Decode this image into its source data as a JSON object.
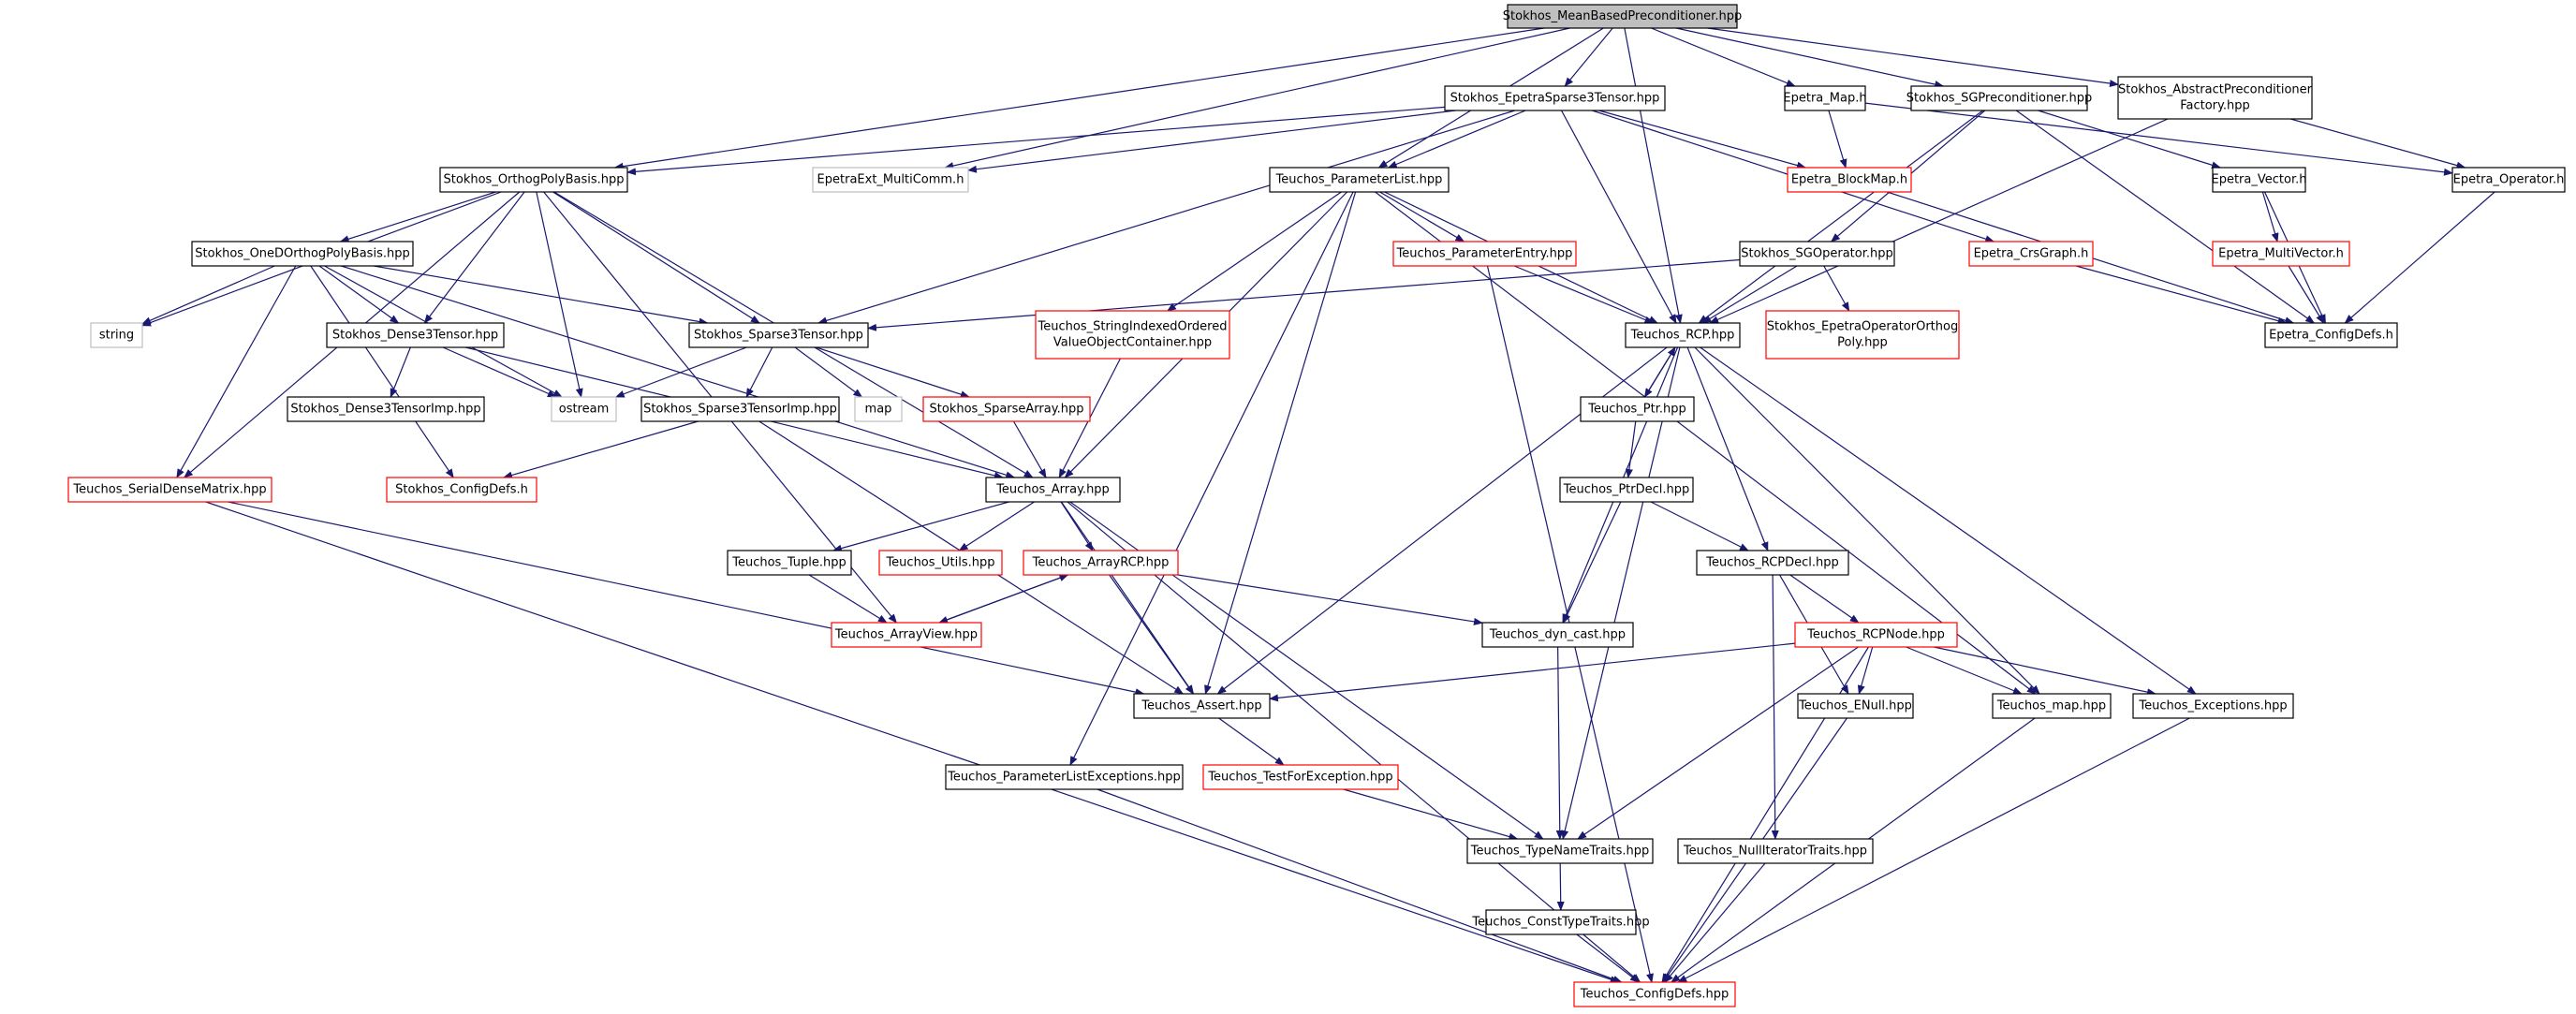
{
  "colors": {
    "edge": "#191970",
    "border_normal": "#000000",
    "border_missing": "#ff0000",
    "border_external": "#bfbfbf",
    "root_fill": "#bfbfbf",
    "fill": "#ffffff"
  },
  "nodes": [
    {
      "id": "root",
      "lines": [
        "Stokhos_MeanBasedPreconditioner.hpp"
      ],
      "style": "root"
    },
    {
      "id": "epetrasparse",
      "lines": [
        "Stokhos_EpetraSparse3Tensor.hpp"
      ],
      "style": "normal"
    },
    {
      "id": "epetramap",
      "lines": [
        "Epetra_Map.h"
      ],
      "style": "normal"
    },
    {
      "id": "sgprec",
      "lines": [
        "Stokhos_SGPreconditioner.hpp"
      ],
      "style": "normal"
    },
    {
      "id": "absfactory",
      "lines": [
        "Stokhos_AbstractPreconditioner",
        "Factory.hpp"
      ],
      "style": "normal"
    },
    {
      "id": "orthopoly",
      "lines": [
        "Stokhos_OrthogPolyBasis.hpp"
      ],
      "style": "normal"
    },
    {
      "id": "multicomm",
      "lines": [
        "EpetraExt_MultiComm.h"
      ],
      "style": "external"
    },
    {
      "id": "paramlist",
      "lines": [
        "Teuchos_ParameterList.hpp"
      ],
      "style": "normal"
    },
    {
      "id": "blockmap",
      "lines": [
        "Epetra_BlockMap.h"
      ],
      "style": "missing"
    },
    {
      "id": "epetravector",
      "lines": [
        "Epetra_Vector.h"
      ],
      "style": "normal"
    },
    {
      "id": "epetraop",
      "lines": [
        "Epetra_Operator.h"
      ],
      "style": "normal"
    },
    {
      "id": "onedortho",
      "lines": [
        "Stokhos_OneDOrthogPolyBasis.hpp"
      ],
      "style": "normal"
    },
    {
      "id": "paramentry",
      "lines": [
        "Teuchos_ParameterEntry.hpp"
      ],
      "style": "missing"
    },
    {
      "id": "sgoperator",
      "lines": [
        "Stokhos_SGOperator.hpp"
      ],
      "style": "normal"
    },
    {
      "id": "crsgraph",
      "lines": [
        "Epetra_CrsGraph.h"
      ],
      "style": "missing"
    },
    {
      "id": "multivector",
      "lines": [
        "Epetra_MultiVector.h"
      ],
      "style": "missing"
    },
    {
      "id": "string",
      "lines": [
        "string"
      ],
      "style": "external"
    },
    {
      "id": "dense3",
      "lines": [
        "Stokhos_Dense3Tensor.hpp"
      ],
      "style": "normal"
    },
    {
      "id": "sparse3",
      "lines": [
        "Stokhos_Sparse3Tensor.hpp"
      ],
      "style": "normal"
    },
    {
      "id": "strindexed",
      "lines": [
        "Teuchos_StringIndexedOrdered",
        "ValueObjectContainer.hpp"
      ],
      "style": "missing"
    },
    {
      "id": "rcp",
      "lines": [
        "Teuchos_RCP.hpp"
      ],
      "style": "normal"
    },
    {
      "id": "epetraoporth",
      "lines": [
        "Stokhos_EpetraOperatorOrthog",
        "Poly.hpp"
      ],
      "style": "missing"
    },
    {
      "id": "epetraconfig",
      "lines": [
        "Epetra_ConfigDefs.h"
      ],
      "style": "normal"
    },
    {
      "id": "dense3imp",
      "lines": [
        "Stokhos_Dense3TensorImp.hpp"
      ],
      "style": "normal"
    },
    {
      "id": "ostream",
      "lines": [
        "ostream"
      ],
      "style": "external"
    },
    {
      "id": "sparse3imp",
      "lines": [
        "Stokhos_Sparse3TensorImp.hpp"
      ],
      "style": "normal"
    },
    {
      "id": "map",
      "lines": [
        "map"
      ],
      "style": "external"
    },
    {
      "id": "sparsearray",
      "lines": [
        "Stokhos_SparseArray.hpp"
      ],
      "style": "missing"
    },
    {
      "id": "ptr",
      "lines": [
        "Teuchos_Ptr.hpp"
      ],
      "style": "normal"
    },
    {
      "id": "serialdense",
      "lines": [
        "Teuchos_SerialDenseMatrix.hpp"
      ],
      "style": "missing"
    },
    {
      "id": "stokhosconfig",
      "lines": [
        "Stokhos_ConfigDefs.h"
      ],
      "style": "missing"
    },
    {
      "id": "array",
      "lines": [
        "Teuchos_Array.hpp"
      ],
      "style": "normal"
    },
    {
      "id": "ptrdecl",
      "lines": [
        "Teuchos_PtrDecl.hpp"
      ],
      "style": "normal"
    },
    {
      "id": "tuple",
      "lines": [
        "Teuchos_Tuple.hpp"
      ],
      "style": "normal"
    },
    {
      "id": "utils",
      "lines": [
        "Teuchos_Utils.hpp"
      ],
      "style": "missing"
    },
    {
      "id": "arrayrcp",
      "lines": [
        "Teuchos_ArrayRCP.hpp"
      ],
      "style": "missing"
    },
    {
      "id": "rcpdecl",
      "lines": [
        "Teuchos_RCPDecl.hpp"
      ],
      "style": "normal"
    },
    {
      "id": "arrayview",
      "lines": [
        "Teuchos_ArrayView.hpp"
      ],
      "style": "missing"
    },
    {
      "id": "dyncast",
      "lines": [
        "Teuchos_dyn_cast.hpp"
      ],
      "style": "normal"
    },
    {
      "id": "rcpnode",
      "lines": [
        "Teuchos_RCPNode.hpp"
      ],
      "style": "missing"
    },
    {
      "id": "assert",
      "lines": [
        "Teuchos_Assert.hpp"
      ],
      "style": "normal"
    },
    {
      "id": "enull",
      "lines": [
        "Teuchos_ENull.hpp"
      ],
      "style": "normal"
    },
    {
      "id": "tmap",
      "lines": [
        "Teuchos_map.hpp"
      ],
      "style": "normal"
    },
    {
      "id": "exceptions",
      "lines": [
        "Teuchos_Exceptions.hpp"
      ],
      "style": "normal"
    },
    {
      "id": "paramlistexc",
      "lines": [
        "Teuchos_ParameterListExceptions.hpp"
      ],
      "style": "normal"
    },
    {
      "id": "testforexc",
      "lines": [
        "Teuchos_TestForException.hpp"
      ],
      "style": "missing"
    },
    {
      "id": "typename",
      "lines": [
        "Teuchos_TypeNameTraits.hpp"
      ],
      "style": "normal"
    },
    {
      "id": "nulliter",
      "lines": [
        "Teuchos_NullIteratorTraits.hpp"
      ],
      "style": "normal"
    },
    {
      "id": "consttype",
      "lines": [
        "Teuchos_ConstTypeTraits.hpp"
      ],
      "style": "normal"
    },
    {
      "id": "teuchosconfig",
      "lines": [
        "Teuchos_ConfigDefs.hpp"
      ],
      "style": "missing"
    }
  ],
  "edges": [
    [
      "root",
      "orthopoly"
    ],
    [
      "root",
      "multicomm"
    ],
    [
      "root",
      "epetrasparse"
    ],
    [
      "root",
      "paramlist"
    ],
    [
      "root",
      "rcp"
    ],
    [
      "root",
      "epetramap"
    ],
    [
      "root",
      "sgprec"
    ],
    [
      "root",
      "absfactory"
    ],
    [
      "epetrasparse",
      "orthopoly"
    ],
    [
      "epetrasparse",
      "multicomm"
    ],
    [
      "epetrasparse",
      "paramlist"
    ],
    [
      "epetrasparse",
      "sparse3"
    ],
    [
      "epetrasparse",
      "rcp"
    ],
    [
      "epetrasparse",
      "blockmap"
    ],
    [
      "epetrasparse",
      "crsgraph"
    ],
    [
      "epetramap",
      "blockmap"
    ],
    [
      "epetramap",
      "epetraop"
    ],
    [
      "sgprec",
      "sgoperator"
    ],
    [
      "sgprec",
      "rcp"
    ],
    [
      "sgprec",
      "epetravector"
    ],
    [
      "sgprec",
      "epetraconfig"
    ],
    [
      "absfactory",
      "rcp"
    ],
    [
      "absfactory",
      "epetraop"
    ],
    [
      "orthopoly",
      "string"
    ],
    [
      "orthopoly",
      "serialdense"
    ],
    [
      "orthopoly",
      "onedortho"
    ],
    [
      "orthopoly",
      "dense3"
    ],
    [
      "orthopoly",
      "sparse3"
    ],
    [
      "orthopoly",
      "ostream"
    ],
    [
      "orthopoly",
      "array"
    ],
    [
      "orthopoly",
      "arrayview"
    ],
    [
      "onedortho",
      "string"
    ],
    [
      "onedortho",
      "serialdense"
    ],
    [
      "onedortho",
      "stokhosconfig"
    ],
    [
      "onedortho",
      "dense3"
    ],
    [
      "onedortho",
      "sparse3"
    ],
    [
      "onedortho",
      "ostream"
    ],
    [
      "onedortho",
      "array"
    ],
    [
      "paramlist",
      "paramentry"
    ],
    [
      "paramlist",
      "strindexed"
    ],
    [
      "paramlist",
      "rcp"
    ],
    [
      "paramlist",
      "array"
    ],
    [
      "paramlist",
      "assert"
    ],
    [
      "paramlist",
      "paramlistexc"
    ],
    [
      "paramlist",
      "tmap"
    ],
    [
      "blockmap",
      "epetraconfig"
    ],
    [
      "epetravector",
      "multivector"
    ],
    [
      "epetravector",
      "epetraconfig"
    ],
    [
      "epetraop",
      "epetraconfig"
    ],
    [
      "paramentry",
      "rcp"
    ],
    [
      "paramentry",
      "teuchosconfig"
    ],
    [
      "sgoperator",
      "sparse3"
    ],
    [
      "sgoperator",
      "rcp"
    ],
    [
      "sgoperator",
      "epetraoporth"
    ],
    [
      "crsgraph",
      "epetraconfig"
    ],
    [
      "multivector",
      "epetraconfig"
    ],
    [
      "dense3",
      "dense3imp"
    ],
    [
      "dense3",
      "ostream"
    ],
    [
      "dense3",
      "array"
    ],
    [
      "sparse3",
      "ostream"
    ],
    [
      "sparse3",
      "map"
    ],
    [
      "sparse3",
      "sparse3imp"
    ],
    [
      "sparse3",
      "sparsearray"
    ],
    [
      "strindexed",
      "array"
    ],
    [
      "rcp",
      "ptr"
    ],
    [
      "rcp",
      "rcpdecl"
    ],
    [
      "rcp",
      "dyncast"
    ],
    [
      "rcp",
      "assert"
    ],
    [
      "rcp",
      "typename"
    ],
    [
      "rcp",
      "tmap"
    ],
    [
      "rcp",
      "exceptions"
    ],
    [
      "sparse3imp",
      "stokhosconfig"
    ],
    [
      "sparse3imp",
      "assert"
    ],
    [
      "sparsearray",
      "array"
    ],
    [
      "ptr",
      "rcp"
    ],
    [
      "ptr",
      "ptrdecl"
    ],
    [
      "serialdense",
      "assert"
    ],
    [
      "serialdense",
      "teuchosconfig"
    ],
    [
      "array",
      "tuple"
    ],
    [
      "array",
      "utils"
    ],
    [
      "array",
      "arrayrcp"
    ],
    [
      "array",
      "assert"
    ],
    [
      "array",
      "typename"
    ],
    [
      "array",
      "teuchosconfig"
    ],
    [
      "ptrdecl",
      "rcpdecl"
    ],
    [
      "ptrdecl",
      "dyncast"
    ],
    [
      "tuple",
      "arrayview"
    ],
    [
      "arrayrcp",
      "arrayview"
    ],
    [
      "arrayrcp",
      "assert"
    ],
    [
      "arrayrcp",
      "dyncast"
    ],
    [
      "arrayview",
      "arrayrcp"
    ],
    [
      "rcpdecl",
      "rcpnode"
    ],
    [
      "rcpdecl",
      "enull"
    ],
    [
      "rcpdecl",
      "nulliter"
    ],
    [
      "dyncast",
      "typename"
    ],
    [
      "rcpnode",
      "assert"
    ],
    [
      "rcpnode",
      "enull"
    ],
    [
      "rcpnode",
      "tmap"
    ],
    [
      "rcpnode",
      "exceptions"
    ],
    [
      "rcpnode",
      "typename"
    ],
    [
      "rcpnode",
      "teuchosconfig"
    ],
    [
      "assert",
      "testforexc"
    ],
    [
      "enull",
      "teuchosconfig"
    ],
    [
      "tmap",
      "teuchosconfig"
    ],
    [
      "exceptions",
      "teuchosconfig"
    ],
    [
      "paramlistexc",
      "teuchosconfig"
    ],
    [
      "testforexc",
      "typename"
    ],
    [
      "typename",
      "consttype"
    ],
    [
      "nulliter",
      "teuchosconfig"
    ],
    [
      "consttype",
      "teuchosconfig"
    ]
  ]
}
